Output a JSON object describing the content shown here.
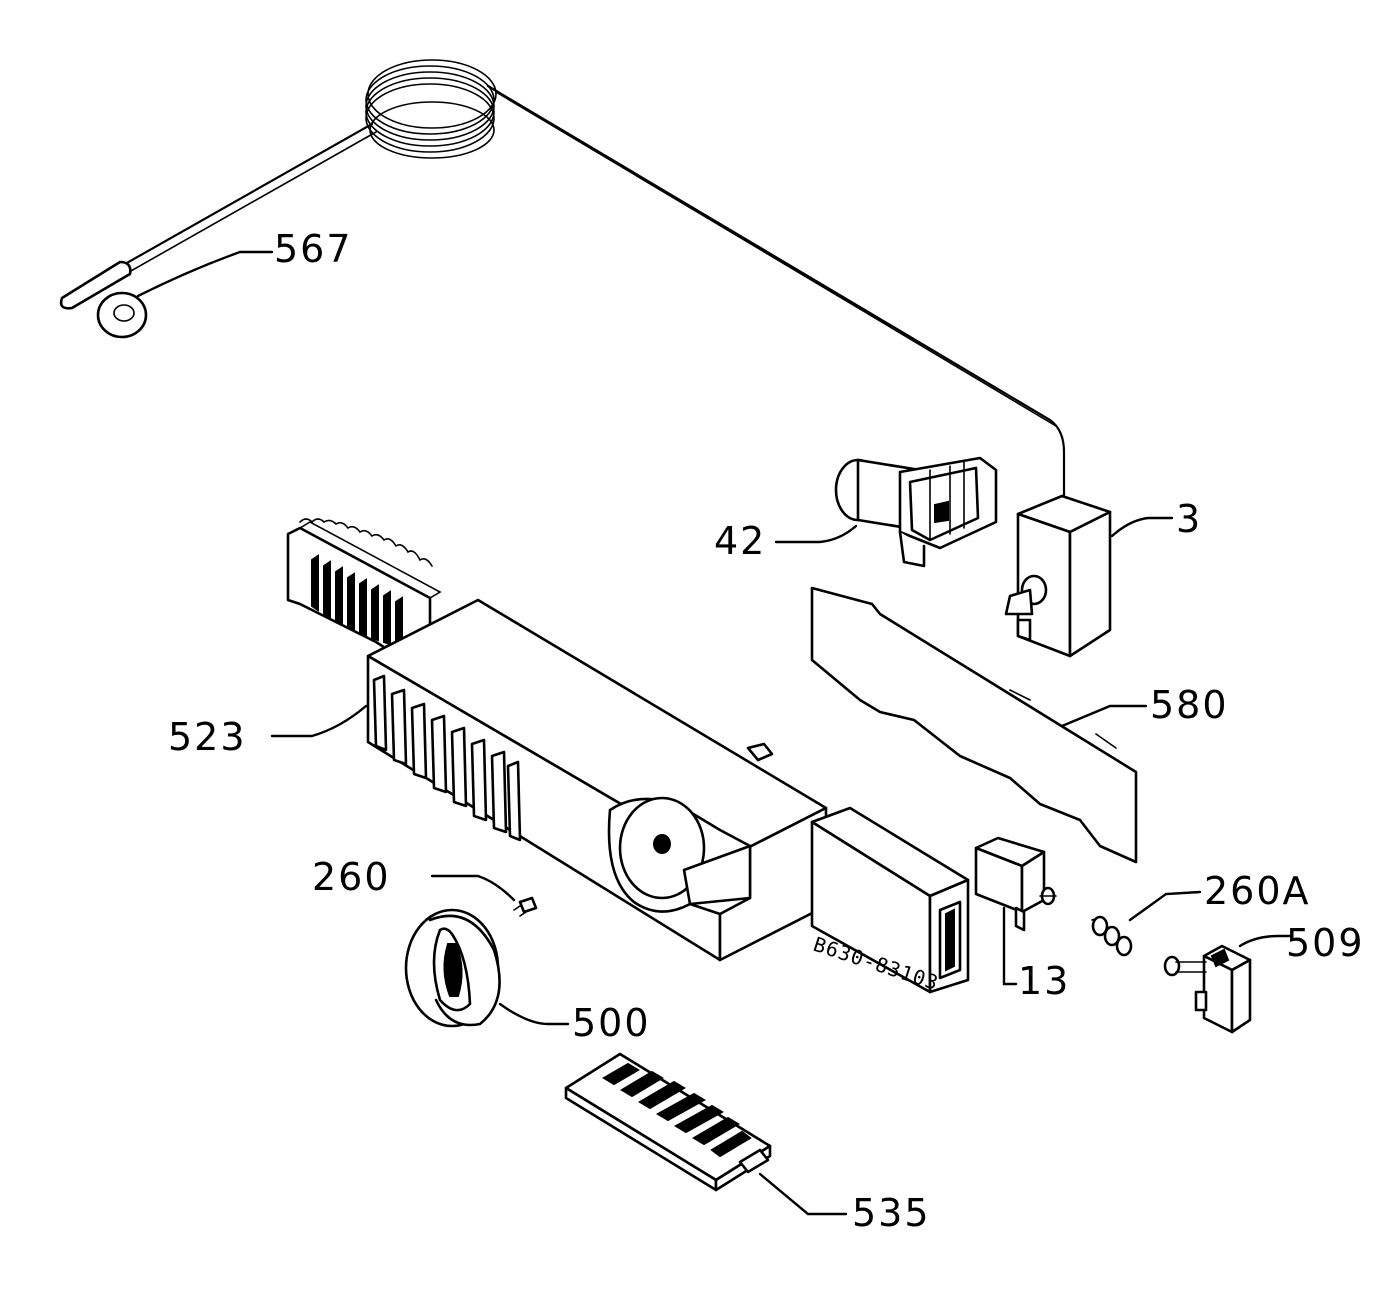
{
  "labels": {
    "p567": "567",
    "p42": "42",
    "p3": "3",
    "p523": "523",
    "p580": "580",
    "p260": "260",
    "p260a": "260A",
    "p509": "509",
    "p13": "13",
    "p500": "500",
    "p535": "535"
  },
  "drawing_code": "B630-83103"
}
